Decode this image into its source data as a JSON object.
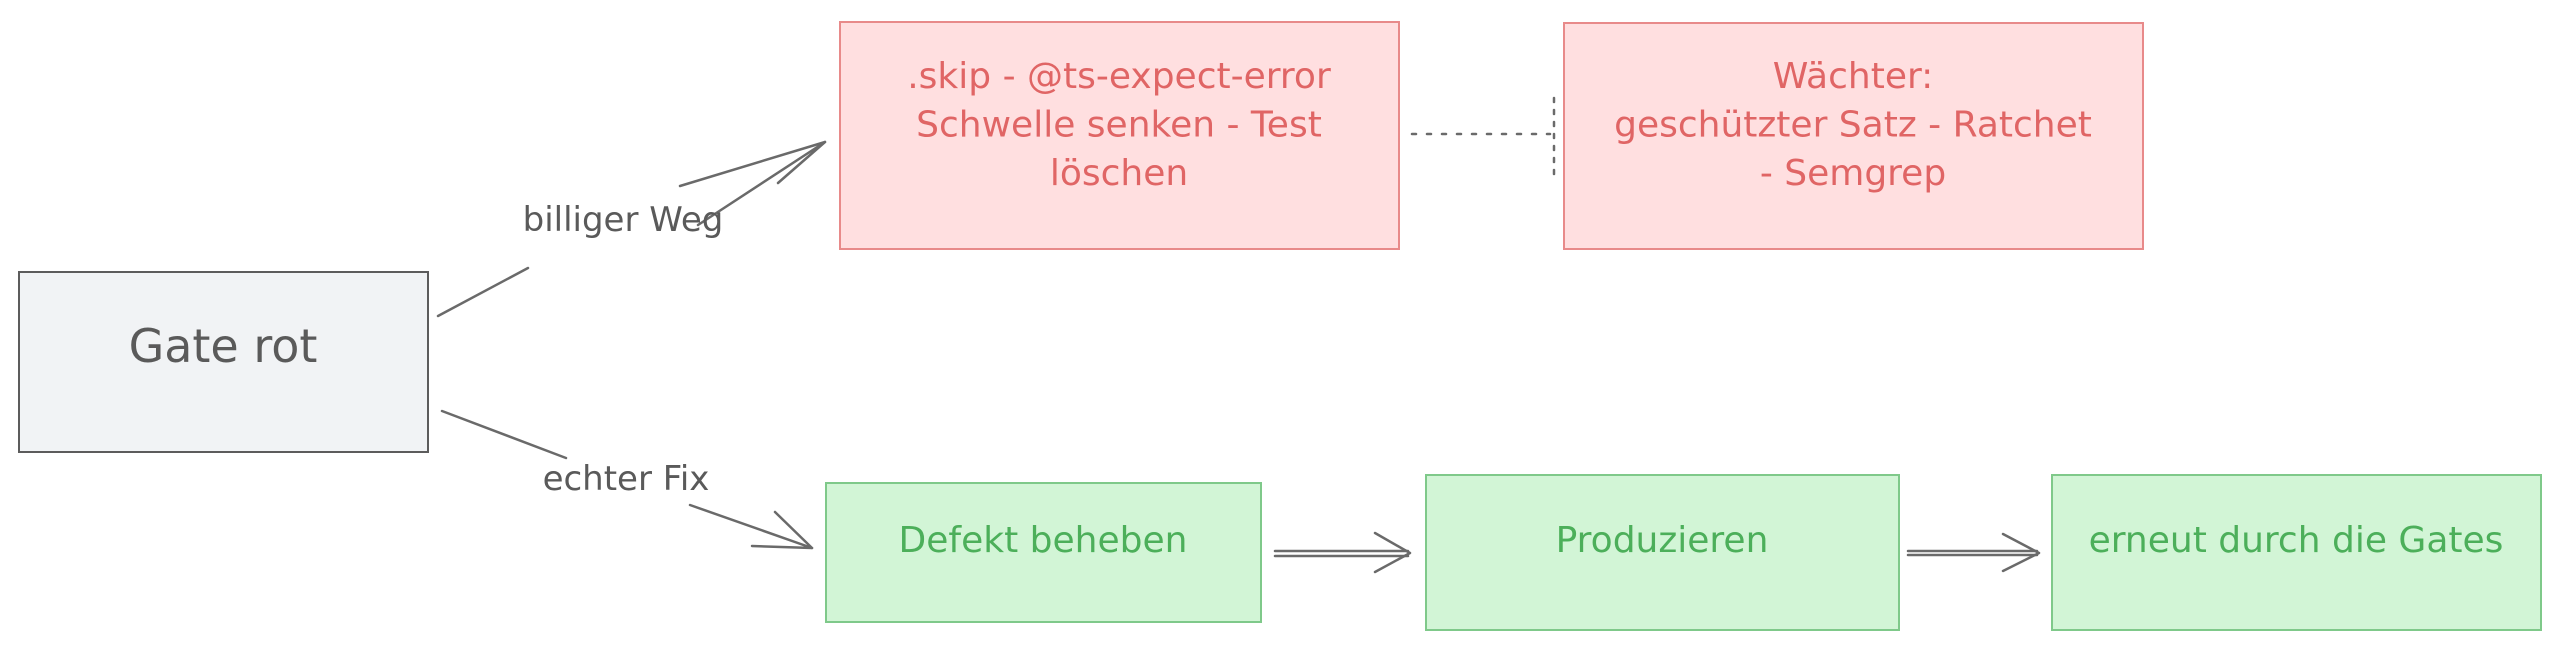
{
  "colors": {
    "gray_fill": "#f1f3f5",
    "gray_stroke": "#5c5c5c",
    "gray_text": "#5a5a5a",
    "red_fill": "#ffdfe0",
    "red_stroke": "#e88a8a",
    "red_text": "#e06565",
    "green_fill": "#d2f5d6",
    "green_stroke": "#7fc98a",
    "green_text": "#4caf5a",
    "edge": "#6a6a6a"
  },
  "nodes": {
    "gate": {
      "lines": [
        "Gate rot"
      ]
    },
    "cheap": {
      "lines": [
        ".skip - @ts-expect-error",
        "Schwelle senken - Test",
        "löschen"
      ]
    },
    "guard": {
      "lines": [
        "Wächter:",
        "geschützter Satz - Ratchet",
        "- Semgrep"
      ]
    },
    "fix": {
      "lines": [
        "Defekt beheben"
      ]
    },
    "produce": {
      "lines": [
        "Produzieren"
      ]
    },
    "regate": {
      "lines": [
        "erneut durch die Gates"
      ]
    }
  },
  "edges": {
    "cheap_label": "billiger Weg",
    "fix_label": "echter Fix"
  }
}
